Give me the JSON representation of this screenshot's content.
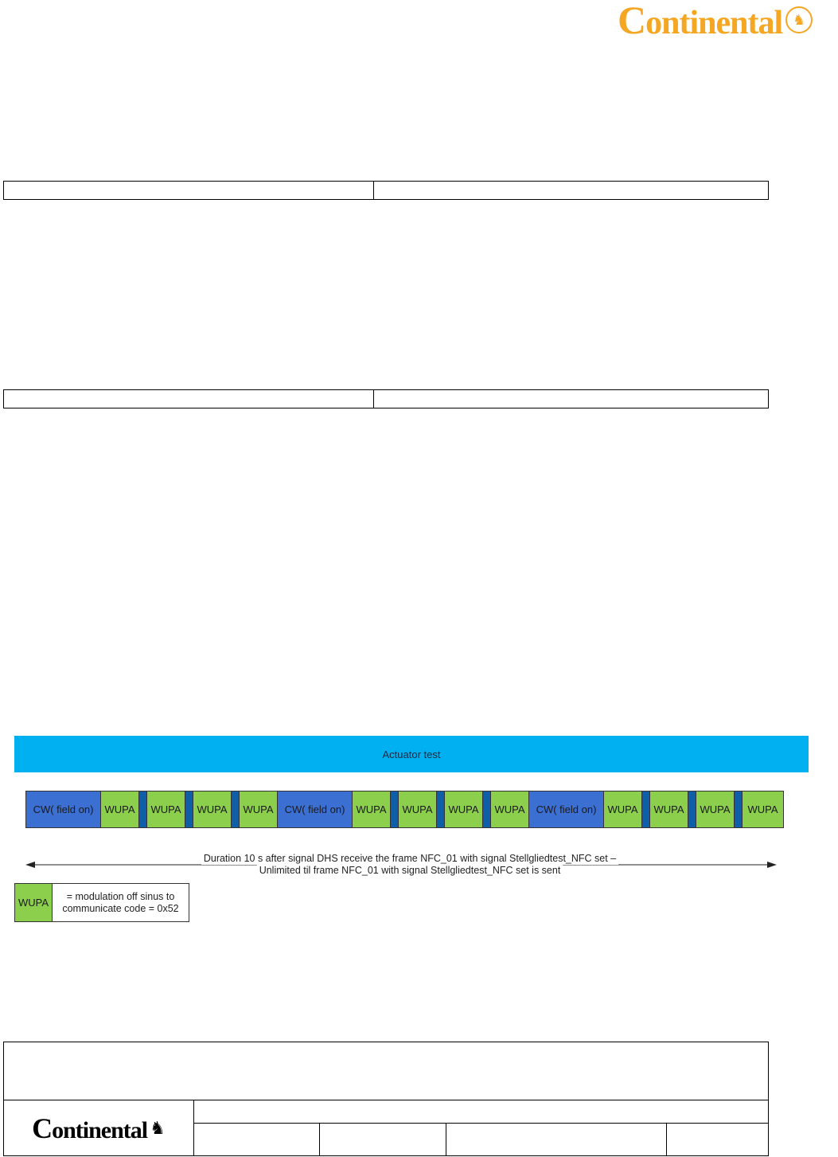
{
  "header": {
    "logo_text": "ontinental",
    "logo_initial": "C"
  },
  "diagram": {
    "actuator_label": "Actuator test",
    "sequence": [
      {
        "kind": "cw",
        "label": "CW( field on)"
      },
      {
        "kind": "wupa",
        "label": "WUPA"
      },
      {
        "kind": "sep",
        "label": ""
      },
      {
        "kind": "wupa",
        "label": "WUPA"
      },
      {
        "kind": "sep",
        "label": ""
      },
      {
        "kind": "wupa",
        "label": "WUPA"
      },
      {
        "kind": "sep",
        "label": ""
      },
      {
        "kind": "wupa",
        "label": "WUPA"
      },
      {
        "kind": "cw",
        "label": "CW( field on)"
      },
      {
        "kind": "wupa",
        "label": "WUPA"
      },
      {
        "kind": "sep",
        "label": ""
      },
      {
        "kind": "wupa",
        "label": "WUPA"
      },
      {
        "kind": "sep",
        "label": ""
      },
      {
        "kind": "wupa",
        "label": "WUPA"
      },
      {
        "kind": "sep",
        "label": ""
      },
      {
        "kind": "wupa",
        "label": "WUPA"
      },
      {
        "kind": "cw",
        "label": "CW( field on)"
      },
      {
        "kind": "wupa",
        "label": "WUPA"
      },
      {
        "kind": "sep",
        "label": ""
      },
      {
        "kind": "wupa",
        "label": "WUPA"
      },
      {
        "kind": "sep",
        "label": ""
      },
      {
        "kind": "wupa",
        "label": "WUPA"
      },
      {
        "kind": "sep",
        "label": ""
      },
      {
        "kind": "wupa",
        "label": "WUPA"
      }
    ],
    "duration_line1": "Duration 10 s after signal DHS receive the frame NFC_01 with signal Stellgliedtest_NFC set –",
    "duration_line2": "Unlimited til frame NFC_01 with signal Stellgliedtest_NFC set is sent",
    "legend": {
      "swatch_label": "WUPA",
      "line1": "= modulation off sinus to",
      "line2": "communicate code = 0x52"
    }
  },
  "footer": {
    "logo_text": "ontinental",
    "logo_initial": "C"
  },
  "colors": {
    "brand_orange": "#f5a623",
    "actuator_blue": "#00b0f0",
    "cw_blue": "#3b6fd1",
    "wupa_green": "#8ccf4d",
    "separator_blue": "#0e5fa8"
  }
}
